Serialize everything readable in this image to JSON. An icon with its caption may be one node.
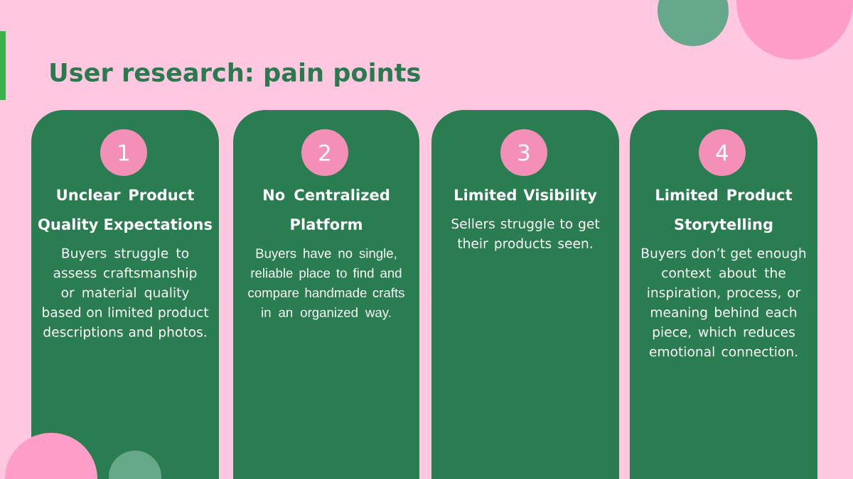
{
  "diagram": {
    "title": "User research: pain points",
    "nodes": [
      {
        "text": [
          "Unclear Product Quality Expectations",
          "Buyers struggle to assess craftsmanship or material quality based on limited product descriptions and photos."
        ]
      },
      {
        "text": [
          "1"
        ],
        "in": 0
      },
      {
        "text": [
          "No Centralized Platform",
          "Buyers have no single, reliable place to find and compare handmade crafts in an organized way."
        ]
      },
      {
        "text": [
          "2"
        ],
        "in": 2
      },
      {
        "text": [
          "Limited Visibility",
          "Sellers struggle to get their products seen."
        ]
      },
      {
        "text": [
          "3"
        ],
        "in": 4
      },
      {
        "text": [
          "Limited Product Storytelling",
          "Buyers don’t get enough context about the inspiration, process, or meaning behind each piece, which reduces emotional connection."
        ]
      },
      {
        "text": [
          "4"
        ],
        "in": 6
      }
    ]
  }
}
